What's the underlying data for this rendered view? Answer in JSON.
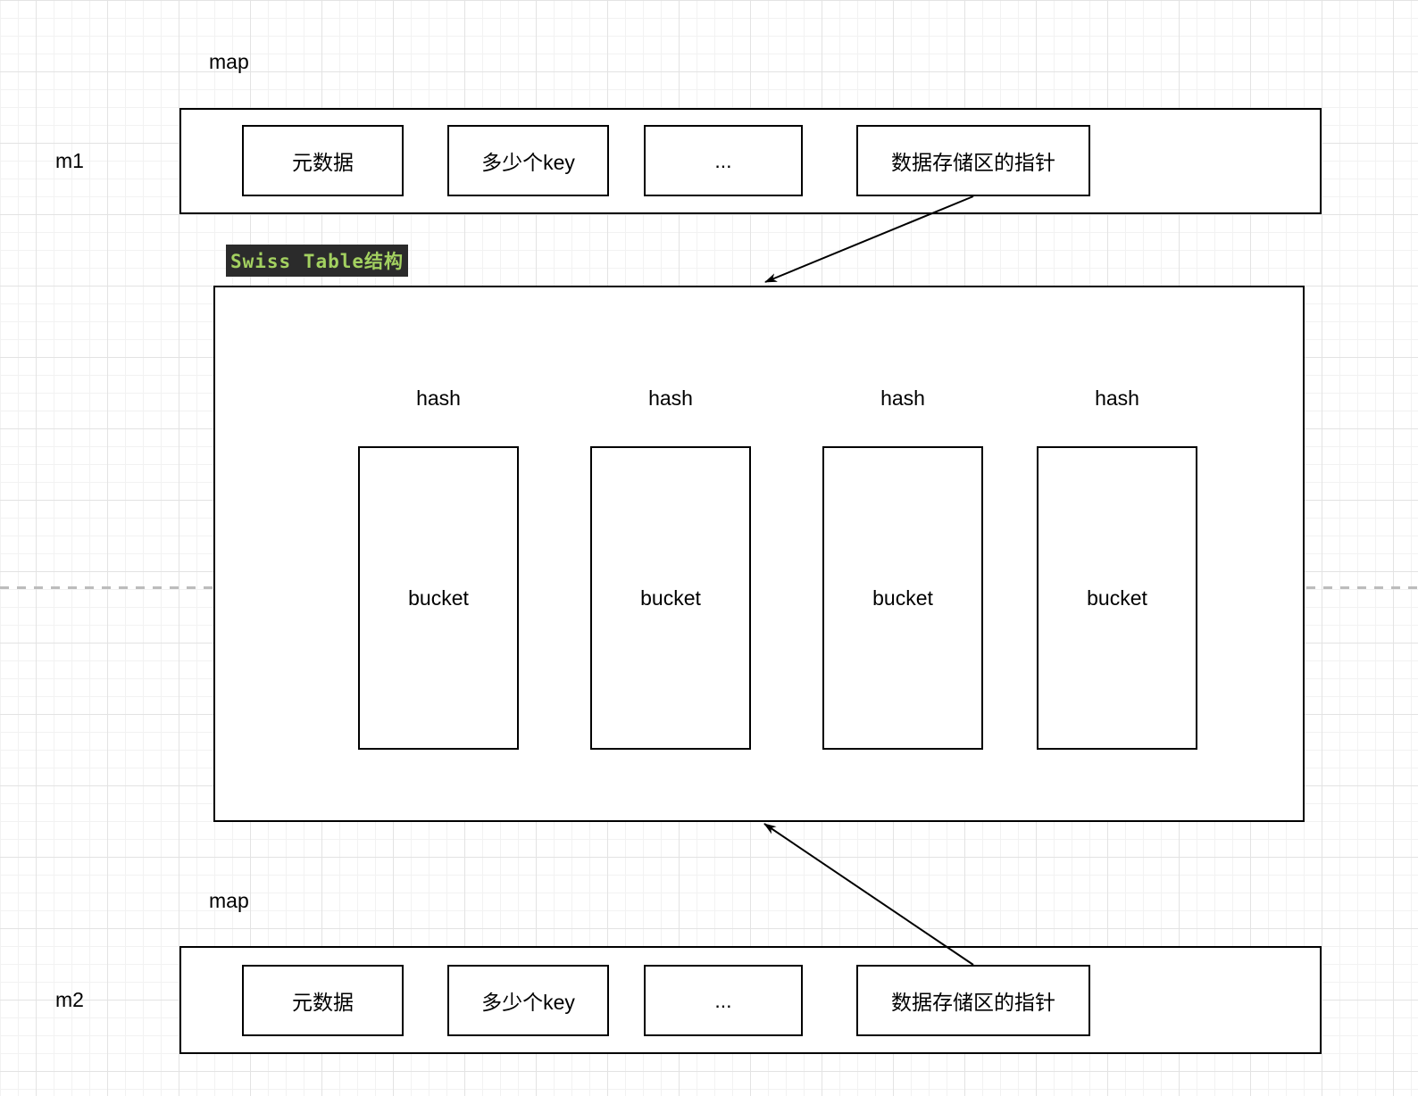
{
  "colors": {
    "badge_bg": "#2b2b2b",
    "badge_text": "#a3d160",
    "box_border": "#000000",
    "dashed_line": "#bcbcbc"
  },
  "m1": {
    "map_caption": "map",
    "var_label": "m1",
    "cells": [
      "元数据",
      "多少个key",
      "...",
      "数据存储区的指针"
    ]
  },
  "swiss_table": {
    "badge_label": "Swiss Table结构",
    "hash_labels": [
      "hash",
      "hash",
      "hash",
      "hash"
    ],
    "bucket_labels": [
      "bucket",
      "bucket",
      "bucket",
      "bucket"
    ]
  },
  "m2": {
    "map_caption": "map",
    "var_label": "m2",
    "cells": [
      "元数据",
      "多少个key",
      "...",
      "数据存储区的指针"
    ]
  }
}
